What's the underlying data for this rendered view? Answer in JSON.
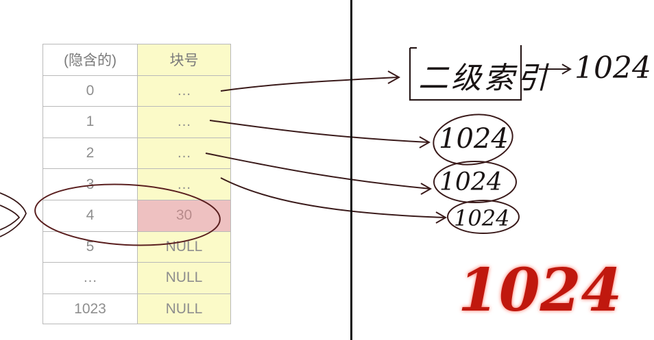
{
  "table": {
    "header_left": "(隐含的)",
    "header_right": "块号",
    "rows": [
      {
        "index": "0",
        "block": "…"
      },
      {
        "index": "1",
        "block": "…"
      },
      {
        "index": "2",
        "block": "…"
      },
      {
        "index": "3",
        "block": "…"
      },
      {
        "index": "4",
        "block": "30"
      },
      {
        "index": "5",
        "block": "NULL"
      },
      {
        "index": "…",
        "block": "NULL"
      },
      {
        "index": "1023",
        "block": "NULL"
      }
    ],
    "highlighted_row_index": 4
  },
  "annotations": {
    "secondary_index_label": "二级索引",
    "secondary_index_count": "1024",
    "circled_counts": [
      "1024",
      "1024",
      "1024"
    ],
    "emphasis_value": "1024"
  },
  "colors": {
    "table_border": "#b9b9b9",
    "block_column": "#fbfac8",
    "highlight_cell": "#eec1c1",
    "ink": "#3a1a1a",
    "emphasis_red": "#c0180e"
  }
}
